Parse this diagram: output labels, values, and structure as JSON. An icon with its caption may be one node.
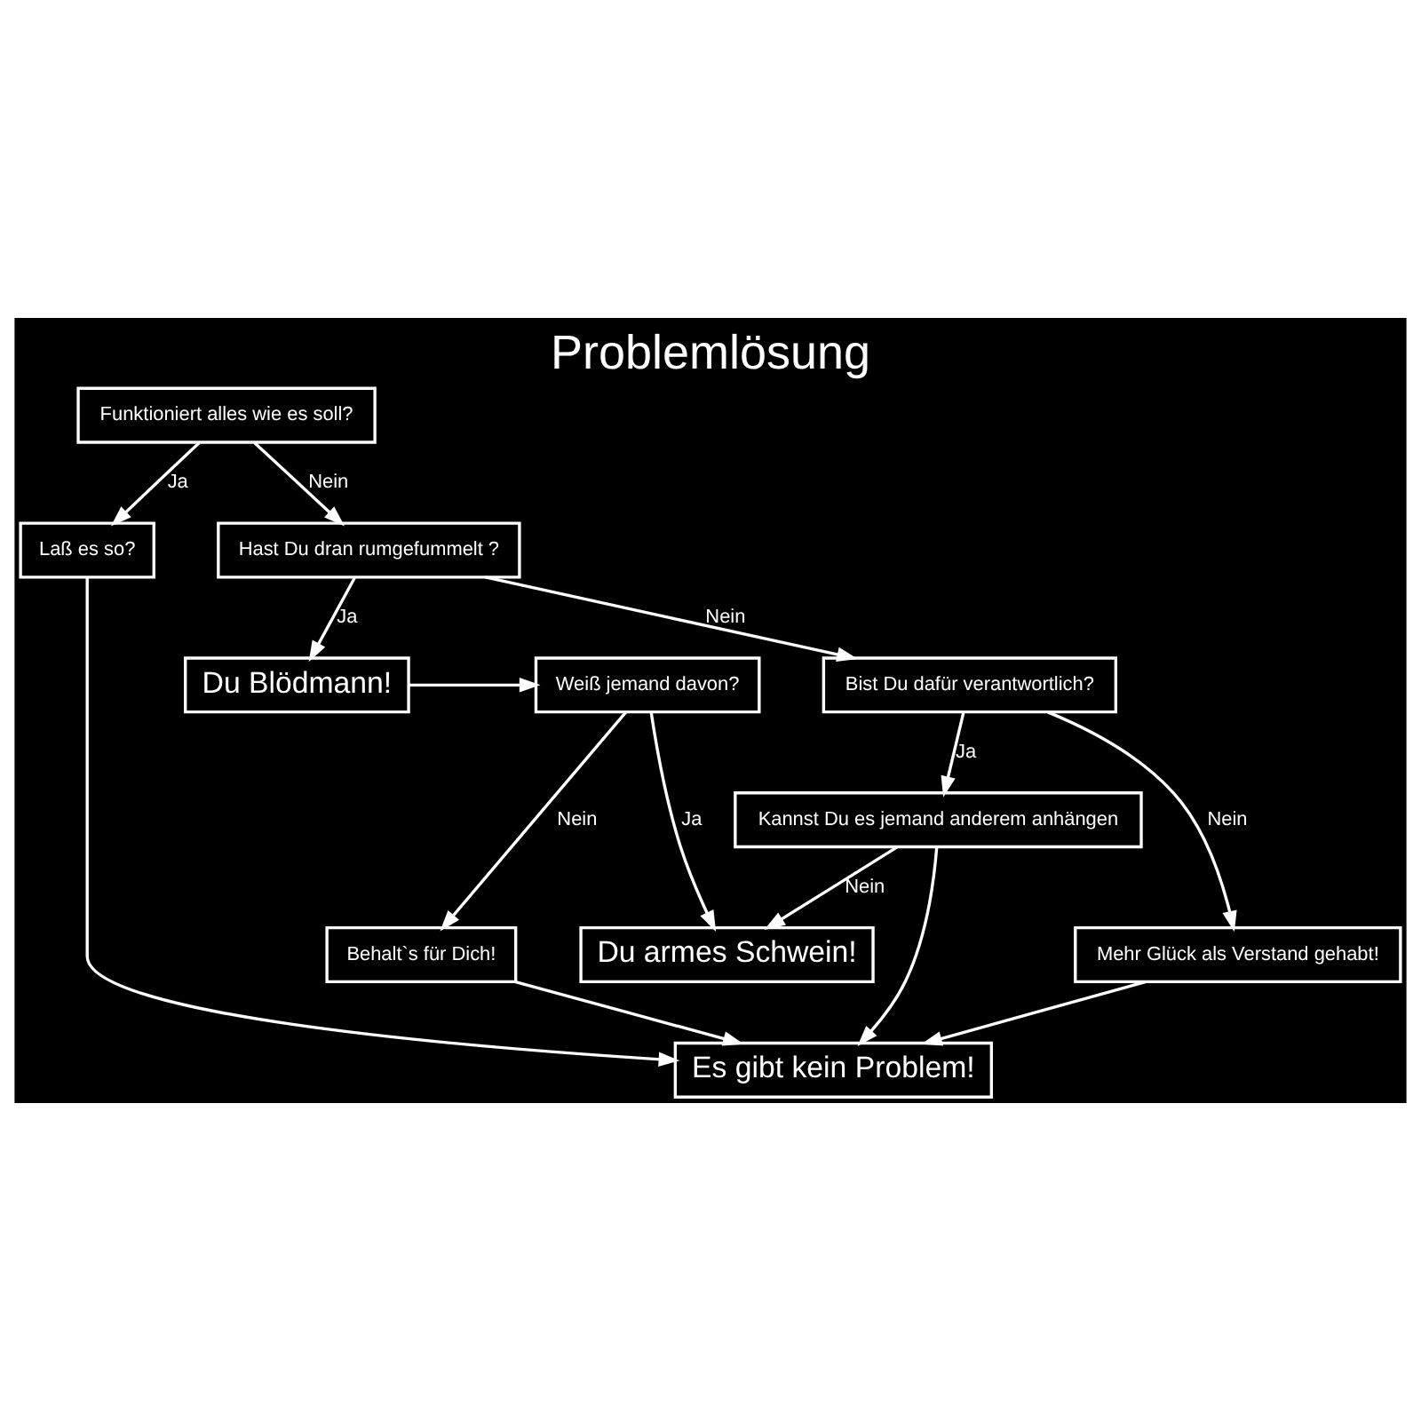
{
  "diagram": {
    "title": "Problemlösung",
    "nodes": [
      {
        "text": [
          "Funktioniert alles wie es soll?"
        ]
      },
      {
        "text": [
          "Laß es so?"
        ]
      },
      {
        "text": [
          "Hast Du dran rumgefummelt ?"
        ]
      },
      {
        "text": [
          "Weiß jemand davon?"
        ]
      },
      {
        "text": [
          "Du Blödmann!"
        ]
      },
      {
        "text": [
          "Bist Du dafür verantwortlich?"
        ]
      },
      {
        "text": [
          "Behalt`s für Dich!"
        ]
      },
      {
        "text": [
          "Du armes Schwein!"
        ]
      },
      {
        "text": [
          "Mehr Glück als Verstand gehabt!"
        ]
      },
      {
        "text": [
          "Kannst Du es jemand anderem anhängen"
        ]
      },
      {
        "text": [
          "Es gibt kein Problem!"
        ]
      }
    ],
    "edges": [
      {
        "from": 0,
        "to": 1,
        "arrow": "to",
        "label": "Ja"
      },
      {
        "from": 0,
        "to": 2,
        "arrow": "to",
        "label": "Nein"
      },
      {
        "from": 2,
        "to": 4,
        "arrow": "to",
        "label": "Ja"
      },
      {
        "from": 2,
        "to": 5,
        "arrow": "to",
        "label": "Nein"
      },
      {
        "from": 4,
        "to": 3,
        "arrow": "to"
      },
      {
        "from": 3,
        "to": 6,
        "arrow": "to",
        "label": "Nein"
      },
      {
        "from": 3,
        "to": 7,
        "arrow": "to",
        "label": "Ja"
      },
      {
        "from": 5,
        "to": 9,
        "arrow": "to",
        "label": "Ja"
      },
      {
        "from": 5,
        "to": 8,
        "arrow": "to",
        "label": "Nein"
      },
      {
        "from": 9,
        "to": 7,
        "arrow": "to",
        "label": "Nein"
      },
      {
        "from": 9,
        "to": 10,
        "arrow": "to"
      },
      {
        "from": 1,
        "to": 10,
        "arrow": "to"
      },
      {
        "from": 6,
        "to": 10,
        "arrow": "to"
      },
      {
        "from": 8,
        "to": 10,
        "arrow": "to"
      }
    ]
  }
}
